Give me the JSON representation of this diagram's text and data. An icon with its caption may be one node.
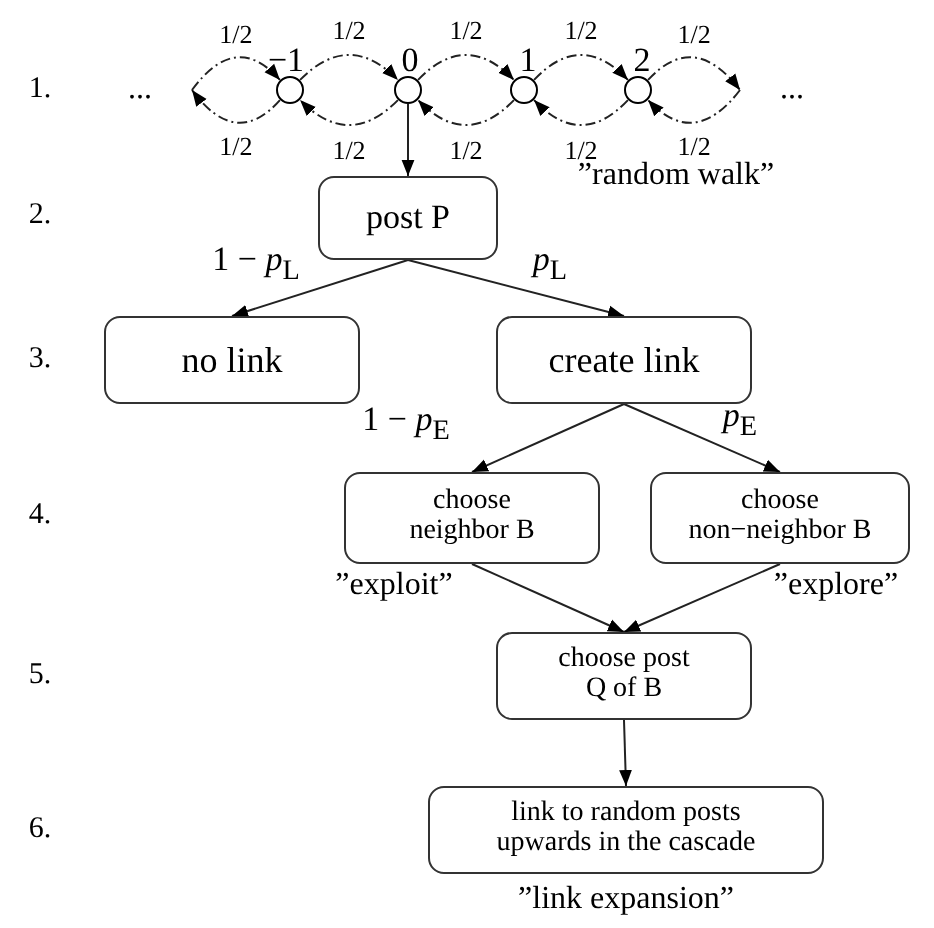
{
  "diagram": {
    "nodes": [
      {
        "text": [
          "..."
        ]
      },
      {
        "text": [],
        "shape": "circle",
        "beside": [
          "−1"
        ]
      },
      {
        "text": [],
        "shape": "circle",
        "beside": [
          "0"
        ]
      },
      {
        "text": [],
        "shape": "circle",
        "beside": [
          "1"
        ]
      },
      {
        "text": [],
        "shape": "circle",
        "beside": [
          "2"
        ]
      },
      {
        "text": [
          "..."
        ]
      },
      {
        "text": [
          "post P"
        ]
      },
      {
        "text": [
          "no link"
        ]
      },
      {
        "text": [
          "create link"
        ]
      },
      {
        "text": [
          "choose neighbor B"
        ],
        "beside": [
          "”exploit”"
        ]
      },
      {
        "text": [
          "choose non−neighbor B"
        ],
        "beside": [
          "”explore”"
        ]
      },
      {
        "text": [
          "choose post Q of B"
        ]
      },
      {
        "text": [
          "link to random posts upwards in the cascade"
        ],
        "beside": [
          "”link expansion”"
        ]
      }
    ],
    "edges": [
      {
        "from": 0,
        "to": 1,
        "arrow": "to",
        "label": "1/2",
        "style": "dashed"
      },
      {
        "from": 1,
        "to": 2,
        "arrow": "to",
        "label": "1/2",
        "style": "dashed"
      },
      {
        "from": 2,
        "to": 3,
        "arrow": "to",
        "label": "1/2",
        "style": "dashed"
      },
      {
        "from": 3,
        "to": 4,
        "arrow": "to",
        "label": "1/2",
        "style": "dashed"
      },
      {
        "from": 4,
        "to": 5,
        "arrow": "to",
        "label": "1/2",
        "style": "dashed"
      },
      {
        "from": 1,
        "to": 0,
        "arrow": "to",
        "label": "1/2",
        "style": "dashed"
      },
      {
        "from": 2,
        "to": 1,
        "arrow": "to",
        "label": "1/2",
        "style": "dashed"
      },
      {
        "from": 3,
        "to": 2,
        "arrow": "to",
        "label": "1/2",
        "style": "dashed"
      },
      {
        "from": 4,
        "to": 3,
        "arrow": "to",
        "label": "1/2",
        "style": "dashed"
      },
      {
        "from": 5,
        "to": 4,
        "arrow": "to",
        "label": "1/2",
        "style": "dashed"
      },
      {
        "from": 2,
        "to": 6,
        "arrow": "to"
      },
      {
        "from": 6,
        "to": 7,
        "arrow": "to",
        "label": "1 − *p*$_{L}$"
      },
      {
        "from": 6,
        "to": 8,
        "arrow": "to",
        "label": "*p*$_{L}$"
      },
      {
        "from": 8,
        "to": 9,
        "arrow": "to",
        "label": "1 − *p*$_{E}$"
      },
      {
        "from": 8,
        "to": 10,
        "arrow": "to",
        "label": "*p*$_{E}$"
      },
      {
        "from": 9,
        "to": 11,
        "arrow": "to"
      },
      {
        "from": 10,
        "to": 11,
        "arrow": "to"
      },
      {
        "from": 11,
        "to": 12,
        "arrow": "to"
      }
    ],
    "labels": [
      "1.",
      "”random walk”",
      "2.",
      "3.",
      "4.",
      "5.",
      "6."
    ]
  }
}
